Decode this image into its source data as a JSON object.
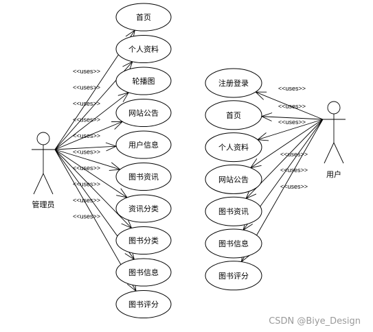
{
  "actors": {
    "admin": {
      "label": "管理员"
    },
    "user": {
      "label": "用户"
    }
  },
  "stereotype": "<<uses>>",
  "admin_use_cases": [
    "首页",
    "个人资料",
    "轮播图",
    "网站公告",
    "用户信息",
    "图书资讯",
    "资讯分类",
    "图书分类",
    "图书信息",
    "图书评分"
  ],
  "user_use_cases": [
    "注册登录",
    "首页",
    "个人资料",
    "网站公告",
    "图书资讯",
    "图书信息",
    "图书评分"
  ],
  "watermark": "CSDN @Biye_Design"
}
